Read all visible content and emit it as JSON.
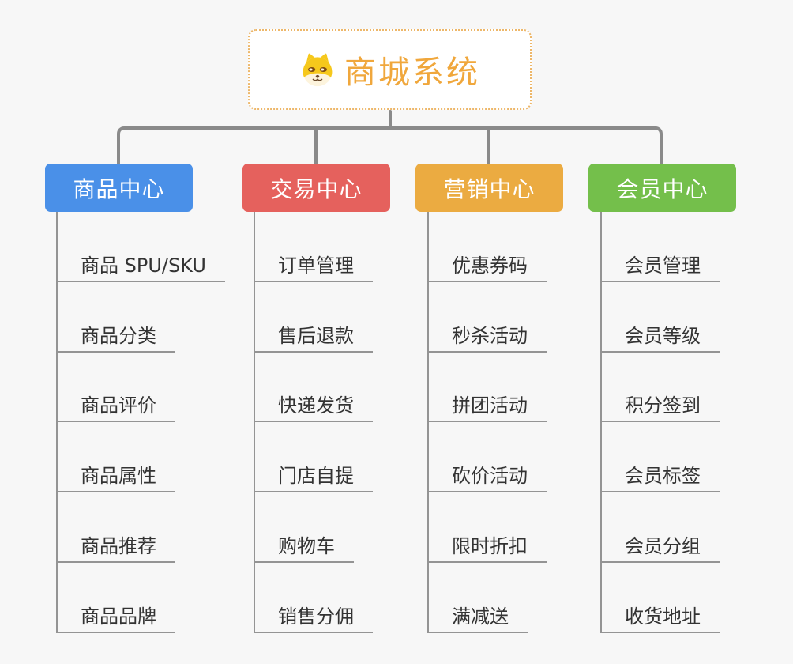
{
  "canvas": {
    "background": "#f7f7f7",
    "connector_color": "#8a8a8a",
    "child_line_color": "#949494"
  },
  "root": {
    "title": "商城系统",
    "icon": "dog-face-icon",
    "text_color": "#f0a73c",
    "border_color": "#edb76a"
  },
  "branches": [
    {
      "label": "商品中心",
      "color": "#4a90e8",
      "children": [
        "商品 SPU/SKU",
        "商品分类",
        "商品评价",
        "商品属性",
        "商品推荐",
        "商品品牌"
      ]
    },
    {
      "label": "交易中心",
      "color": "#e5615d",
      "children": [
        "订单管理",
        "售后退款",
        "快递发货",
        "门店自提",
        "购物车",
        "销售分佣"
      ]
    },
    {
      "label": "营销中心",
      "color": "#ebab41",
      "children": [
        "优惠券码",
        "秒杀活动",
        "拼团活动",
        "砍价活动",
        "限时折扣",
        "满减送"
      ]
    },
    {
      "label": "会员中心",
      "color": "#74bf4b",
      "children": [
        "会员管理",
        "会员等级",
        "积分签到",
        "会员标签",
        "会员分组",
        "收货地址"
      ]
    }
  ]
}
